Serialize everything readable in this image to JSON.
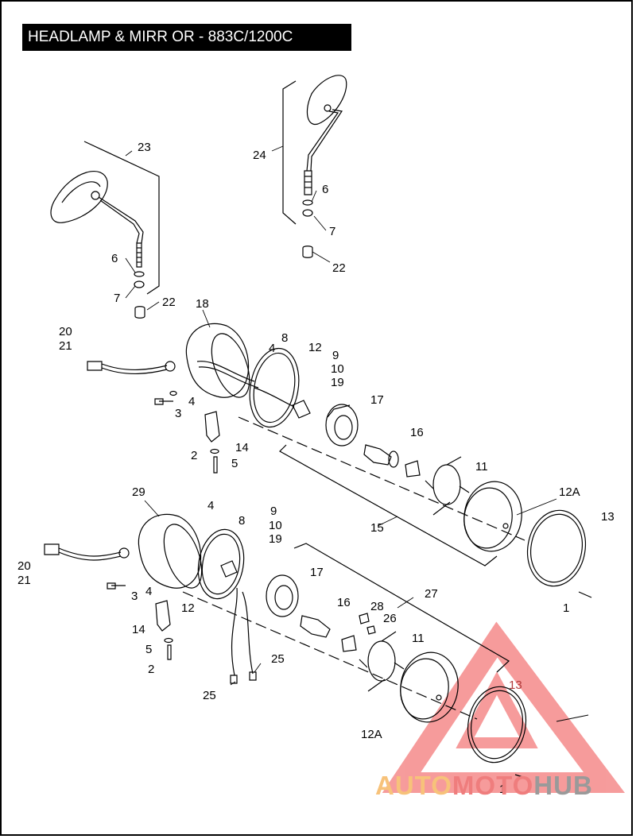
{
  "title": "HEADLAMP & MIRR OR - 883C/1200C",
  "watermark": {
    "part1": "AUTO",
    "part2": "MOTO",
    "part3": "HUB",
    "triangle_color": "#ef4a4a",
    "text_colors": [
      "#f7c27a",
      "#ef7d7d",
      "#9a9a9a"
    ]
  },
  "callouts": {
    "c1a": "1",
    "c1b": "1",
    "c2a": "2",
    "c2b": "2",
    "c3a": "3",
    "c3b": "3",
    "c4a": "4",
    "c4b": "4",
    "c4c": "4",
    "c4d": "4",
    "c5a": "5",
    "c5b": "5",
    "c6a": "6",
    "c6b": "6",
    "c7a": "7",
    "c7b": "7",
    "c8a": "8",
    "c8b": "8",
    "c9a": "9",
    "c9b": "9",
    "c10a": "10",
    "c10b": "10",
    "c11a": "11",
    "c11b": "11",
    "c12a": "12",
    "c12b": "12",
    "c12Aa": "12A",
    "c12Ab": "12A",
    "c13a": "13",
    "c13b": "13",
    "c14a": "14",
    "c14b": "14",
    "c15": "15",
    "c16a": "16",
    "c16b": "16",
    "c17a": "17",
    "c17b": "17",
    "c18": "18",
    "c19a": "19",
    "c19b": "19",
    "c20a": "20",
    "c20b": "20",
    "c21a": "21",
    "c21b": "21",
    "c22a": "22",
    "c22b": "22",
    "c23": "23",
    "c24": "24",
    "c25a": "25",
    "c25b": "25",
    "c26": "26",
    "c27": "27",
    "c28": "28",
    "c29": "29"
  }
}
